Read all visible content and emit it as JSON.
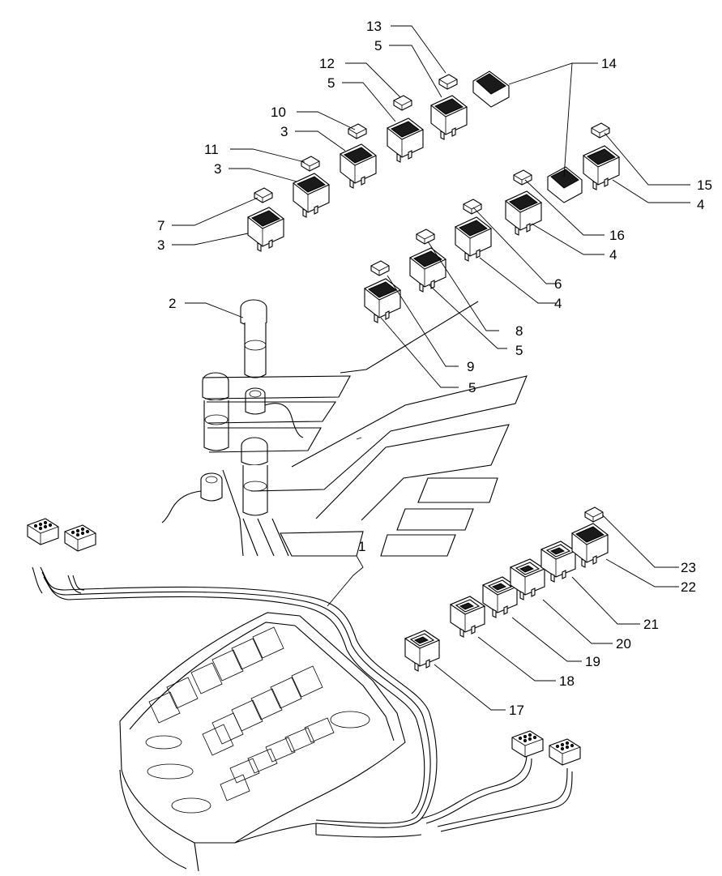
{
  "callouts": [
    {
      "id": "c13",
      "text": "13"
    },
    {
      "id": "c5a",
      "text": "5"
    },
    {
      "id": "c14",
      "text": "14"
    },
    {
      "id": "c12",
      "text": "12"
    },
    {
      "id": "c5b",
      "text": "5"
    },
    {
      "id": "c10",
      "text": "10"
    },
    {
      "id": "c3a",
      "text": "3"
    },
    {
      "id": "c11",
      "text": "11"
    },
    {
      "id": "c3b",
      "text": "3"
    },
    {
      "id": "c15",
      "text": "15"
    },
    {
      "id": "c4a",
      "text": "4"
    },
    {
      "id": "c7",
      "text": "7"
    },
    {
      "id": "c3c",
      "text": "3"
    },
    {
      "id": "c16",
      "text": "16"
    },
    {
      "id": "c4b",
      "text": "4"
    },
    {
      "id": "c2",
      "text": "2"
    },
    {
      "id": "c6",
      "text": "6"
    },
    {
      "id": "c4c",
      "text": "4"
    },
    {
      "id": "c8",
      "text": "8"
    },
    {
      "id": "c5c",
      "text": "5"
    },
    {
      "id": "c9",
      "text": "9"
    },
    {
      "id": "c5d",
      "text": "5"
    },
    {
      "id": "c1",
      "text": "1"
    },
    {
      "id": "c23",
      "text": "23"
    },
    {
      "id": "c22",
      "text": "22"
    },
    {
      "id": "c21",
      "text": "21"
    },
    {
      "id": "c20",
      "text": "20"
    },
    {
      "id": "c19",
      "text": "19"
    },
    {
      "id": "c18",
      "text": "18"
    },
    {
      "id": "c17",
      "text": "17"
    }
  ],
  "icons": {
    "rocker-switch": "rocker-switch-icon",
    "switch-cap": "switch-cap-icon",
    "lighter": "cigarette-lighter-icon",
    "socket": "socket-icon",
    "harness": "wiring-harness-icon",
    "connector": "connector-icon",
    "console": "dashboard-console-icon"
  }
}
